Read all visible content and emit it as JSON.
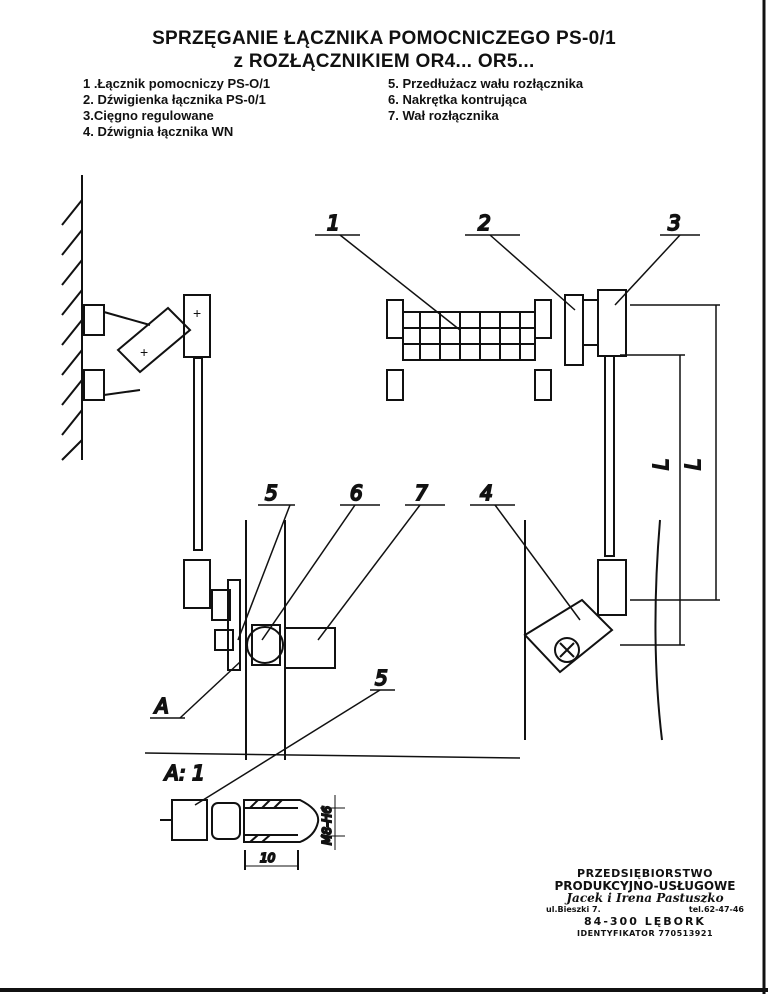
{
  "title": {
    "line1": "SPRZĘGANIE ŁĄCZNIKA POMOCNICZEGO PS-0/1",
    "line2": "z ROZŁĄCZNIKIEM OR4... OR5..."
  },
  "legend": {
    "left": [
      "1 .Łącznik pomocniczy PS-O/1",
      "2. Dźwigienka łącznika PS-0/1",
      "3.Cięgno regulowane",
      "4. Dźwignia łącznika WN"
    ],
    "right": [
      "5.  Przedłużacz wału rozłącznika",
      "6.  Nakrętka kontrująca",
      "7.  Wał rozłącznika"
    ]
  },
  "drawing": {
    "callouts": [
      "1",
      "2",
      "3",
      "4",
      "5",
      "6",
      "7",
      "5"
    ],
    "section_label": "A",
    "detail_label": "A: 1",
    "dimension_L": "L",
    "dimension_thread": "M8-H6",
    "dimension_length": "10"
  },
  "stamp": {
    "line1": "PRZEDSIĘBIORSTWO",
    "line2": "PRODUKCYJNO-USŁUGOWE",
    "line3": "Jacek i Irena Pastuszko",
    "address": "ul.Bieszki 7.",
    "phone": "tel.62-47-46",
    "city": "84-300 LĘBORK",
    "id": "IDENTYFIKATOR 770513921"
  }
}
